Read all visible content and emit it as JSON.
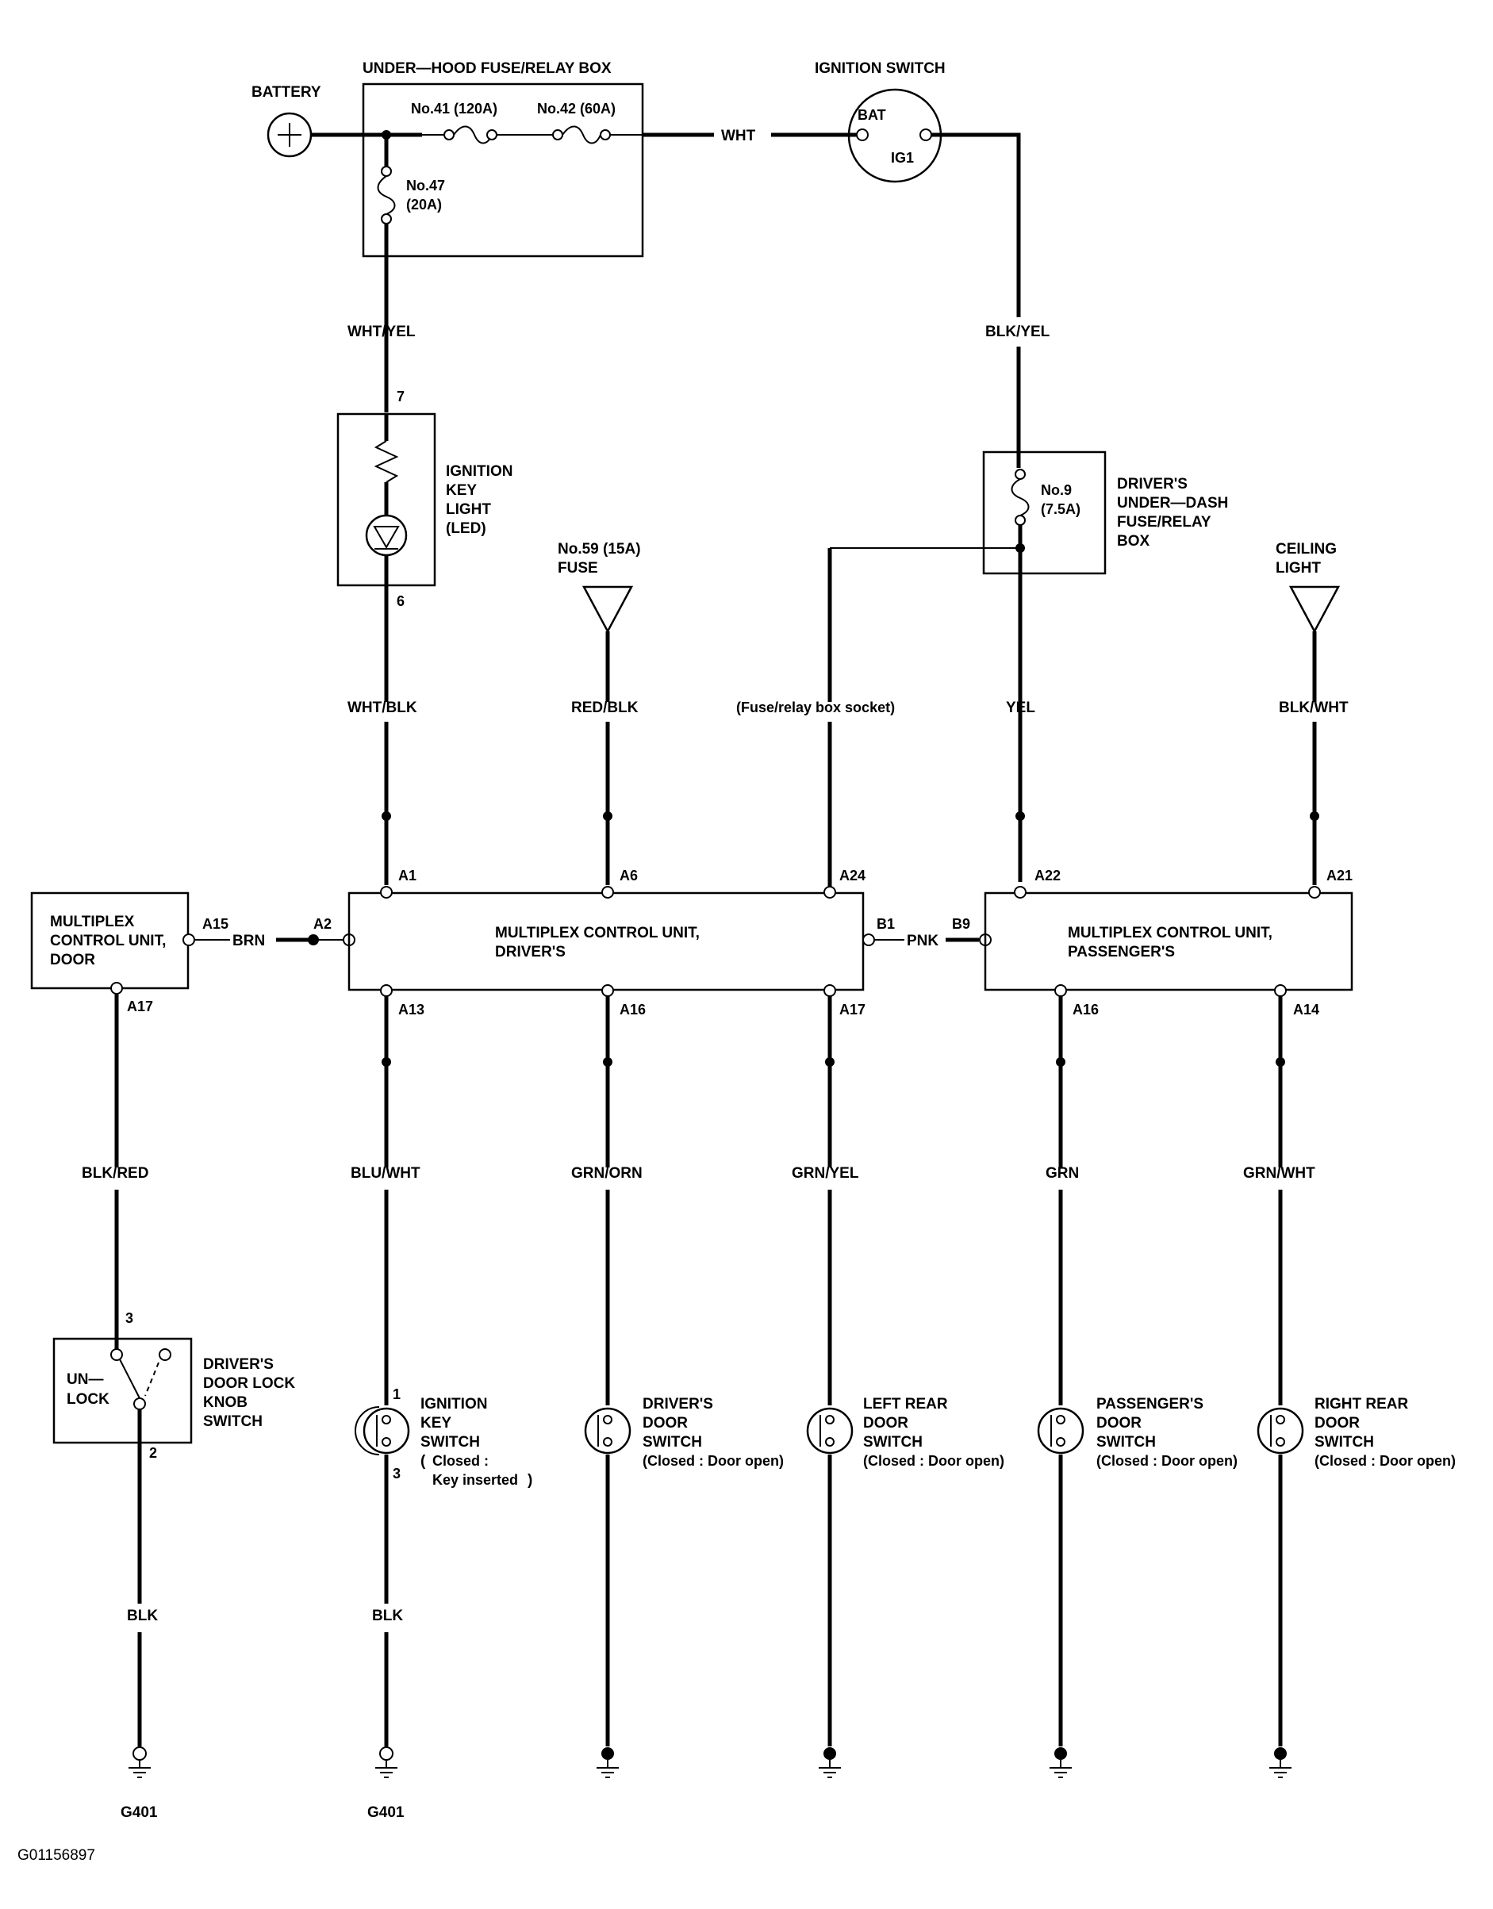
{
  "diagram": {
    "battery": "BATTERY",
    "fuse_box": {
      "title": "UNDER—HOOD FUSE/RELAY BOX",
      "fuse41": "No.41 (120A)",
      "fuse42": "No.42 (60A)",
      "fuse47_a": "No.47",
      "fuse47_b": "(20A)"
    },
    "ignition_switch": {
      "title": "IGNITION SWITCH",
      "bat": "BAT",
      "ig1": "IG1"
    },
    "underdash": {
      "fuse9_a": "No.9",
      "fuse9_b": "(7.5A)",
      "title_lines": [
        "DRIVER'S",
        "UNDER—DASH",
        "FUSE/RELAY",
        "BOX"
      ]
    },
    "key_light": {
      "lines": [
        "IGNITION",
        "KEY",
        "LIGHT",
        "(LED)"
      ],
      "pin_top": "7",
      "pin_bottom": "6"
    },
    "fuse59": {
      "line1": "No.59 (15A)",
      "line2": "FUSE"
    },
    "ceiling": {
      "line1": "CEILING",
      "line2": "LIGHT"
    },
    "socket_note": "(Fuse/relay box socket)",
    "mcu_door": {
      "lines": [
        "MULTIPLEX",
        "CONTROL UNIT,",
        "DOOR"
      ],
      "pin_a15": "A15",
      "pin_a17": "A17"
    },
    "mcu_driver": {
      "lines": [
        "MULTIPLEX CONTROL UNIT,",
        "DRIVER'S"
      ],
      "pins_top": [
        "A1",
        "A6",
        "A24"
      ],
      "pins_bottom": [
        "A13",
        "A16",
        "A17"
      ],
      "pin_left": "A2",
      "pin_right": "B1"
    },
    "mcu_passenger": {
      "lines": [
        "MULTIPLEX CONTROL UNIT,",
        "PASSENGER'S"
      ],
      "pins_top": [
        "A22",
        "A21"
      ],
      "pins_bottom": [
        "A16",
        "A14"
      ],
      "pin_left": "B9"
    },
    "wires": {
      "wht": "WHT",
      "wht_yel": "WHT/YEL",
      "blk_yel": "BLK/YEL",
      "wht_blk": "WHT/BLK",
      "red_blk": "RED/BLK",
      "yel": "YEL",
      "blk_wht": "BLK/WHT",
      "brn": "BRN",
      "pnk": "PNK",
      "blk_red": "BLK/RED",
      "blu_wht": "BLU/WHT",
      "grn_orn": "GRN/ORN",
      "grn_yel": "GRN/YEL",
      "grn": "GRN",
      "grn_wht": "GRN/WHT",
      "blk_1": "BLK",
      "blk_2": "BLK"
    },
    "lock_switch": {
      "un": "UN—",
      "lock": "LOCK",
      "pin3": "3",
      "pin2": "2",
      "lines": [
        "DRIVER'S",
        "DOOR LOCK",
        "KNOB",
        "SWITCH"
      ]
    },
    "key_switch": {
      "pin1": "1",
      "pin3": "3",
      "lines": [
        "IGNITION",
        "KEY",
        "SWITCH"
      ],
      "closed_a": "Closed :",
      "closed_b": "Key inserted"
    },
    "driver_door": {
      "lines": [
        "DRIVER'S",
        "DOOR",
        "SWITCH"
      ],
      "note": "(Closed : Door open)"
    },
    "left_rear": {
      "lines": [
        "LEFT REAR",
        "DOOR",
        "SWITCH"
      ],
      "note": "(Closed : Door open)"
    },
    "passenger_door": {
      "lines": [
        "PASSENGER'S",
        "DOOR",
        "SWITCH"
      ],
      "note": "(Closed : Door open)"
    },
    "right_rear": {
      "lines": [
        "RIGHT REAR",
        "DOOR",
        "SWITCH"
      ],
      "note": "(Closed : Door open)"
    },
    "grounds": {
      "g1": "G401",
      "g2": "G401"
    },
    "figure_id": "G01156897"
  }
}
